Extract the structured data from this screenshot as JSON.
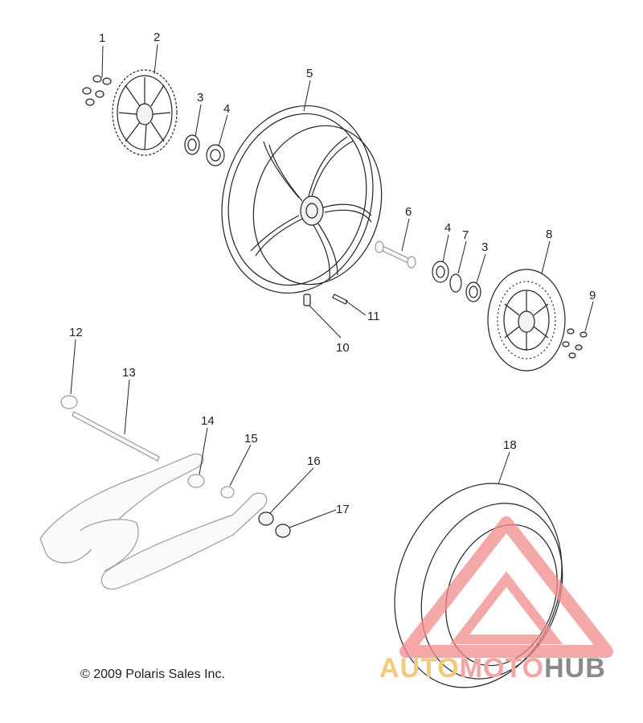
{
  "callouts": [
    "1",
    "2",
    "3",
    "4",
    "5",
    "3",
    "4",
    "6",
    "7",
    "8",
    "9",
    "10",
    "11",
    "12",
    "13",
    "14",
    "15",
    "16",
    "17",
    "18"
  ],
  "copyright": "© 2009 Polaris Sales Inc.",
  "watermark": {
    "part1": "AUTO",
    "part2": "MOTO",
    "part3": "HUB"
  },
  "colors": {
    "line": "#222222",
    "watermark_red": "#f28b8b",
    "watermark_orange": "#f6c87a",
    "watermark_gray": "#8a8a8a"
  }
}
